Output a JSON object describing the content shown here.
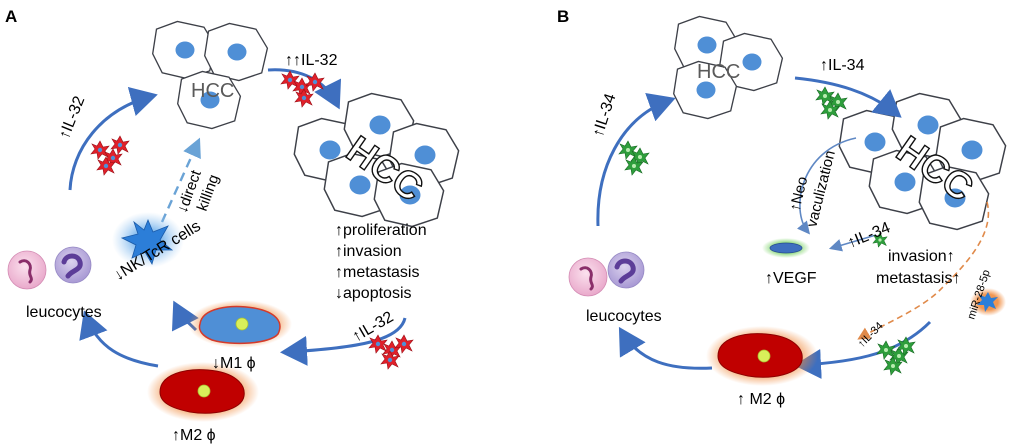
{
  "panelA": {
    "letter": "A",
    "hcc_small": "HCC",
    "hcc_large": "HCC",
    "il32_left": "↑IL-32",
    "il32_top": "↑↑IL-32",
    "il32_bottom": "↑IL-32",
    "direct_killing_1": "↓direct",
    "direct_killing_2": "killing",
    "effects": [
      "↑proliferation",
      "↑invasion",
      "↑metastasis",
      "↓apoptosis"
    ],
    "nk_cells": "↓NK/TcR cells",
    "leucocytes": "leucocytes",
    "m1": "↓M1 ϕ",
    "m2": "↑M2 ϕ"
  },
  "panelB": {
    "letter": "B",
    "hcc_small": "HCC",
    "hcc_large": "HCC",
    "il34_left": "↑IL-34",
    "il34_top": "↑IL-34",
    "il34_mid": "↑IL-34",
    "il34_bottom": "↑IL-34",
    "neo_1": "↑Neo",
    "neo_2": "vaculization",
    "vegf": "↑VEGF",
    "invasion": "invasion↑",
    "metastasis": "metastasis↑",
    "mirna": "miR-28-5p",
    "leucocytes": "leucocytes",
    "m2": "↑ M2 ϕ"
  },
  "colors": {
    "arrow": "#3e6fbf",
    "nucleus": "#4f8fd6",
    "il32_red": "#e0202a",
    "il34_green": "#2e9e3c",
    "m2_red": "#c00000",
    "glow_orange": "#f08a3c",
    "nk_blue": "#2c7ed8"
  }
}
